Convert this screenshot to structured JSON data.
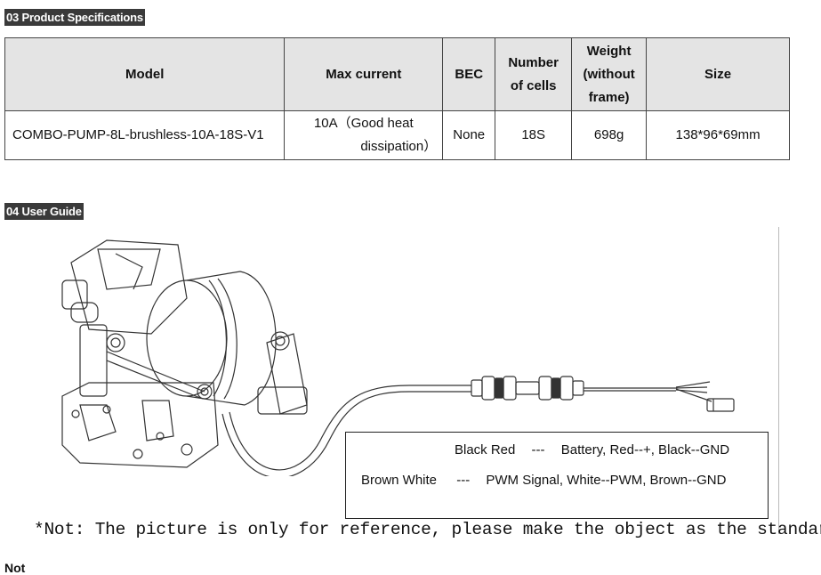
{
  "sections": {
    "spec_tag": "03 Product Specifications",
    "guide_tag": "04 User Guide"
  },
  "specs_table": {
    "headers": {
      "model": "Model",
      "max_current": "Max current",
      "bec": "BEC",
      "cells_line1": "Number",
      "cells_line2": "of cells",
      "weight_line1": "Weight",
      "weight_line2": "(without",
      "weight_line3": "frame)",
      "size": "Size"
    },
    "row": {
      "model": "COMBO-PUMP-8L-brushless-10A-18S-V1",
      "max_current_line1": "10A（Good heat",
      "max_current_line2": "dissipation）",
      "bec": "None",
      "cells": "18S",
      "weight": "698g",
      "size": "138*96*69mm"
    }
  },
  "wiring": {
    "row1": {
      "colors": "Black Red",
      "sep": "---",
      "desc": "Battery, Red--+, Black--GND"
    },
    "row2": {
      "colors": "Brown White",
      "sep": "---",
      "desc": "PWM Signal, White--PWM, Brown--GND"
    }
  },
  "note": "*Not: The picture is only for reference, please make the object as the standard.",
  "cut_text": "Not"
}
